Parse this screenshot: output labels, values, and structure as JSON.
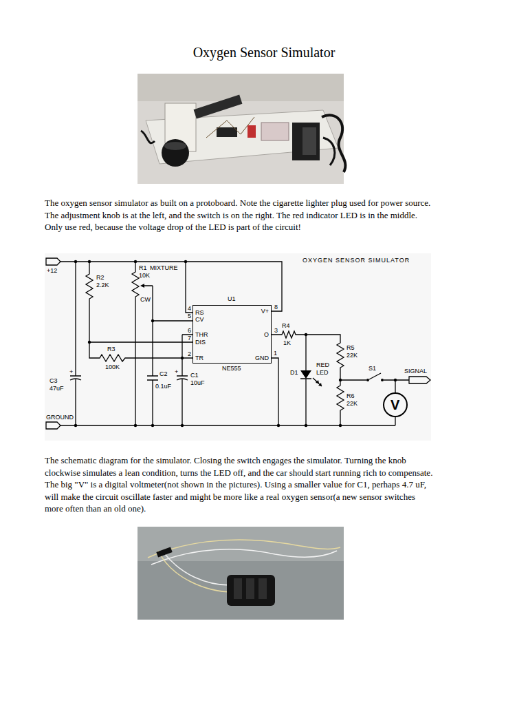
{
  "diagram": {
    "title": "Oxygen Sensor Simulator",
    "nodes": [
      {
        "text": [
          "U1",
          "RS",
          "CV",
          "THR",
          "DIS",
          "TR",
          "V+",
          "O",
          "GND",
          "NE555"
        ]
      },
      {
        "text": [
          "V"
        ]
      }
    ],
    "labels": [
      "The oxygen sensor simulator as built on a protoboard. Note the cigarette lighter plug used for power source. The adjustment knob is at the left, and the switch is on the right. The red indicator LED is in the middle. Only use red, because the voltage drop of the LED is part of the circuit!",
      "OXYGEN SENSOR SIMULATOR",
      "+12",
      "R2",
      "2.2K",
      "R1",
      "10K",
      "MIXTURE",
      "CW",
      "R3",
      "100K",
      "C3",
      "47uF",
      "C2",
      "0.1uF",
      "C1",
      "10uF",
      "GROUND",
      "4",
      "5",
      "6",
      "7",
      "2",
      "8",
      "3",
      "1",
      "R4",
      "1K",
      "D1",
      "RED",
      "LED",
      "R5",
      "22K",
      "R6",
      "22K",
      "S1",
      "SIGNAL",
      "+",
      "+",
      "The schematic diagram for the simulator. Closing the switch engages the simulator. Turning the knob clockwise simulates a lean condition, turns the LED off, and the car should start running rich to compensate. The big \"V\" is a digital voltmeter(not shown in the pictures). Using a smaller value for C1, perhaps 4.7 uF, will make the circuit oscillate faster and might be more like a real oxygen sensor(a new sensor switches more often than an old one)."
    ]
  }
}
